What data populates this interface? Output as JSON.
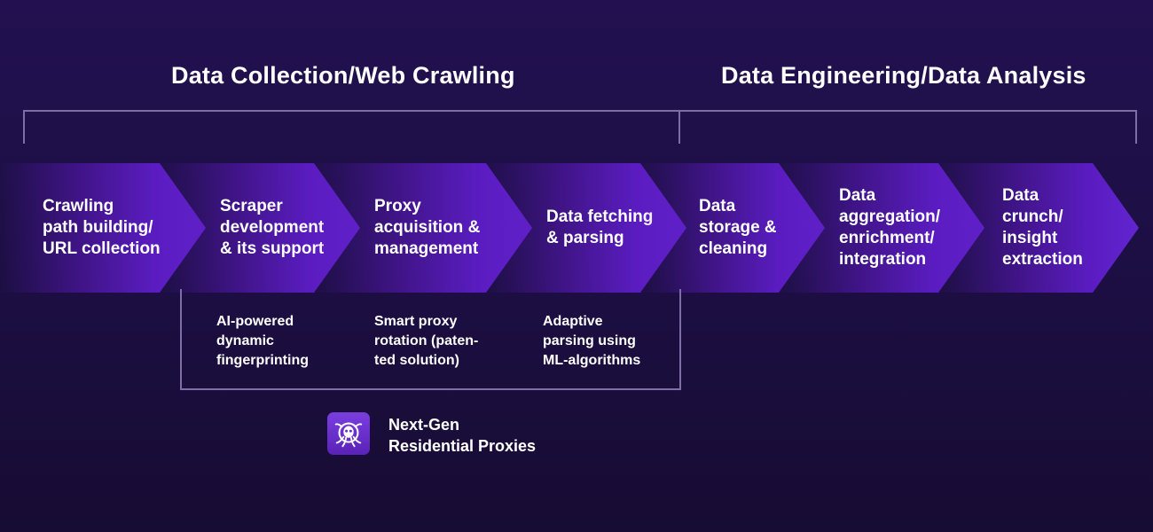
{
  "headings": {
    "left": "Data Collection/Web Crawling",
    "right": "Data Engineering/Data Analysis"
  },
  "steps": [
    {
      "label": "Crawling\npath building/\nURL collection"
    },
    {
      "label": "Scraper\ndevelopment\n& its support"
    },
    {
      "label": "Proxy\nacquisition &\nmanagement"
    },
    {
      "label": "Data fetching\n& parsing"
    },
    {
      "label": "Data\nstorage &\ncleaning"
    },
    {
      "label": "Data\naggregation/\nenrichment/\nintegration"
    },
    {
      "label": "Data\ncrunch/\ninsight\nextraction"
    }
  ],
  "features": [
    {
      "text": "AI-powered\ndynamic\nfingerprinting"
    },
    {
      "text": "Smart proxy\nrotation (paten-\nted solution)"
    },
    {
      "text": "Adaptive\nparsing using\nML-algorithms"
    }
  ],
  "product": {
    "name": "Next-Gen\nResidential Proxies",
    "icon": "proxy-logo-icon"
  },
  "colors": {
    "background": "#1d0f45",
    "chevron": "#5a1cc0",
    "bracket": "#7d6fa5",
    "logo": "#6a30cc"
  }
}
